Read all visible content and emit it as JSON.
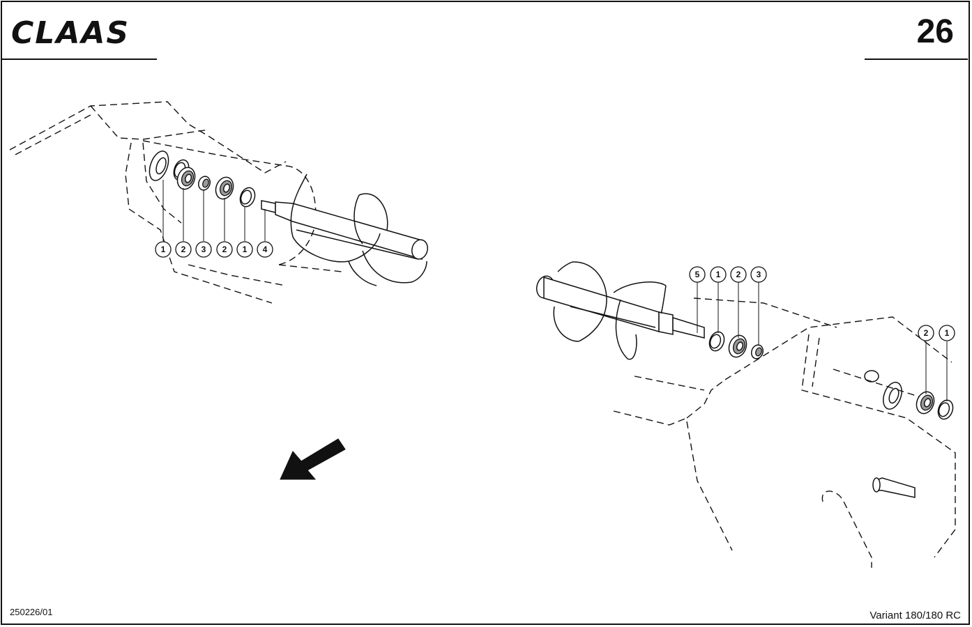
{
  "header": {
    "brand": "CLAAS",
    "page_number": "26"
  },
  "footer": {
    "document_id": "250226/01",
    "model": "Variant 180/180 RC"
  },
  "callouts": {
    "left_assembly": [
      "1",
      "2",
      "3",
      "2",
      "1",
      "4"
    ],
    "right_assembly_top": [
      "5",
      "1",
      "2",
      "3"
    ],
    "right_assembly_side": [
      "2",
      "1"
    ]
  }
}
